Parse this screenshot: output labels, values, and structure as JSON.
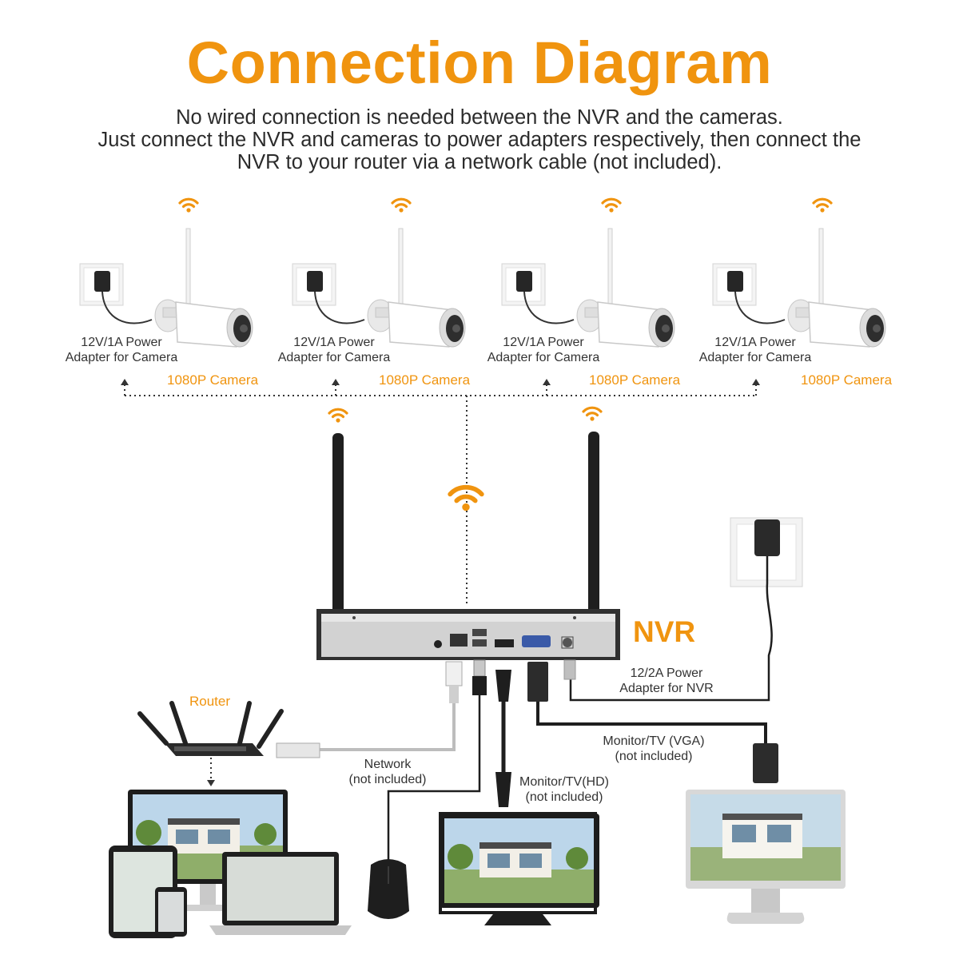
{
  "title": "Connection Diagram",
  "intro": {
    "line1": "No wired connection is needed between the NVR and the cameras.",
    "line2": "Just connect the NVR and cameras to power adapters respectively, then connect the",
    "line3": "NVR to your router via a network cable (not included)."
  },
  "cameras": [
    {
      "adapter_line1": "12V/1A Power",
      "adapter_line2": "Adapter for Camera",
      "camera_label": "1080P Camera"
    },
    {
      "adapter_line1": "12V/1A Power",
      "adapter_line2": "Adapter for Camera",
      "camera_label": "1080P Camera"
    },
    {
      "adapter_line1": "12V/1A Power",
      "adapter_line2": "Adapter for Camera",
      "camera_label": "1080P Camera"
    },
    {
      "adapter_line1": "12V/1A Power",
      "adapter_line2": "Adapter for Camera",
      "camera_label": "1080P Camera"
    }
  ],
  "nvr": {
    "label": "NVR",
    "power_line1": "12/2A Power",
    "power_line2": "Adapter for NVR"
  },
  "router": {
    "label": "Router"
  },
  "network": {
    "label": "Network",
    "note": "(not included)"
  },
  "monitor_hd": {
    "label": "Monitor/TV(HD)",
    "note": "(not included)"
  },
  "monitor_vga": {
    "label": "Monitor/TV (VGA)",
    "note": "(not included)"
  },
  "colors": {
    "accent": "#f0940f",
    "dark": "#1e1e1e",
    "cable_gray": "#bdbdbd"
  }
}
